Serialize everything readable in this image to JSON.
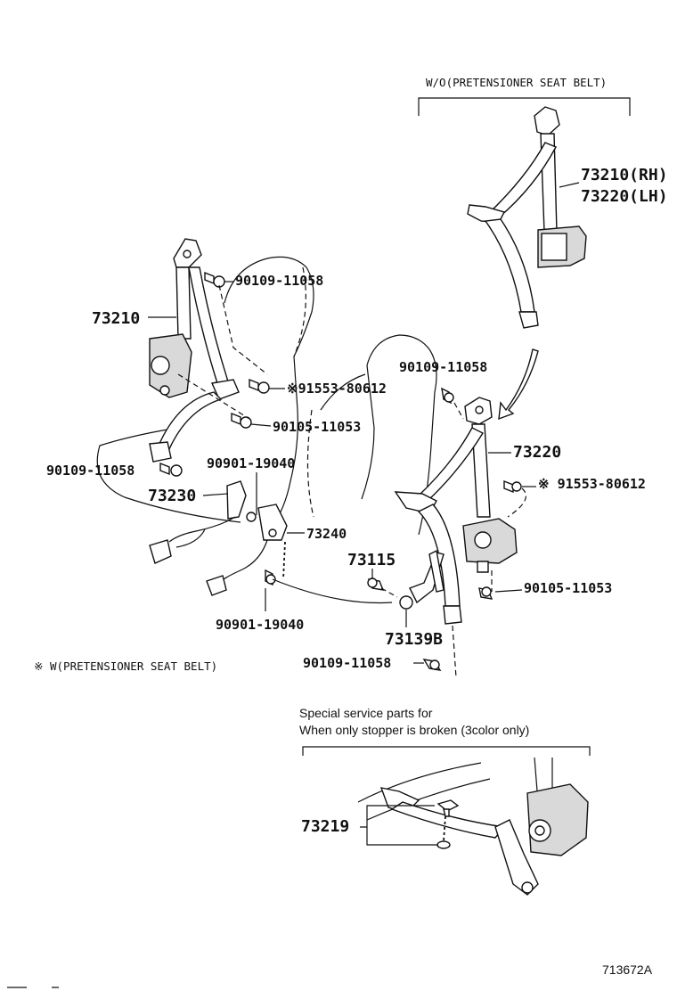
{
  "notes": {
    "without_pretensioner": "W/O(PRETENSIONER SEAT BELT)",
    "with_pretensioner": "※ W(PRETENSIONER SEAT BELT)",
    "special_line1": "Special service parts for",
    "special_line2": "When only stopper is broken (3color only)",
    "figure_ref": "713672A"
  },
  "labels": {
    "p73210_rh": "73210(RH)",
    "p73220_lh": "73220(LH)",
    "p90109_a": "90109-11058",
    "p73210": "73210",
    "p91553_a": "※91553-80612",
    "p90105_a": "90105-11053",
    "p90109_b": "90109-11058",
    "p90901_a": "90901-19040",
    "p73230": "73230",
    "p73240": "73240",
    "p90901_b": "90901-19040",
    "p90109_c": "90109-11058",
    "p73220": "73220",
    "p91553_b": "※ 91553-80612",
    "p73115": "73115",
    "p90105_b": "90105-11053",
    "p73139b": "73139B",
    "p90109_d": "90109-11058",
    "p73219": "73219"
  }
}
